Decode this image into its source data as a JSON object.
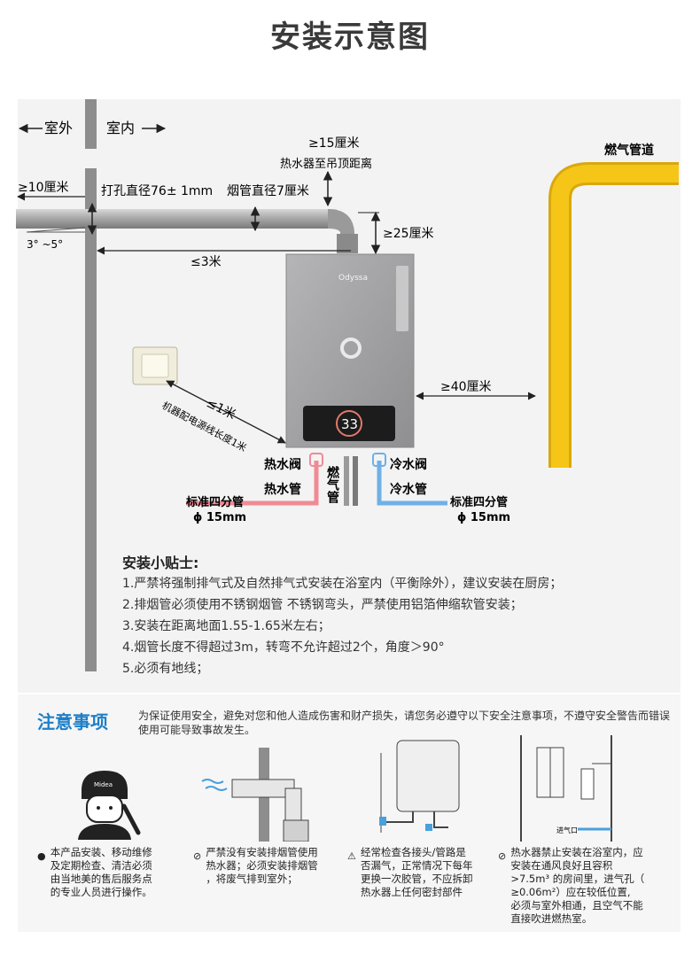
{
  "title": "安装示意图",
  "diagram": {
    "outdoor": "室外",
    "indoor": "室内",
    "ceiling_dist": "≥15厘米",
    "ceiling_desc": "热水器至吊顶距离",
    "wall_extend": "≥10厘米",
    "hole_dia": "打孔直径76± 1mm",
    "flue_dia": "烟管直径7厘米",
    "gas_pipe_label": "燃气管道",
    "slope": "3°  ~5°",
    "elbow_gap": "≥25厘米",
    "flue_len": "≤3米",
    "brand": "Odyssa",
    "display_value": "33",
    "side_gap": "≥40厘米",
    "cable_len": "≤1米",
    "cable_desc": "机器配电源线长度1米",
    "hot_valve": "热水阀",
    "hot_pipe": "热水管",
    "gas_text": "燃气管",
    "cold_valve": "冷水阀",
    "cold_pipe": "冷水管",
    "std_left": "标准四分管",
    "std_left_size": "ϕ 15mm",
    "std_right": "标准四分管",
    "std_right_size": "ϕ 15mm",
    "colors": {
      "hot": "#f08a94",
      "cold": "#6fb0e6",
      "gas": "#f5c518",
      "heater": "#a9a9ab"
    }
  },
  "tips": {
    "title": "安装小贴士:",
    "items": [
      "1.严禁将强制排气式及自然排气式安装在浴室内（平衡除外），建议安装在厨房；",
      "2.排烟管必须使用不锈钢烟管 不锈钢弯头，严禁使用铝箔伸缩软管安装；",
      "3.安装在距离地面1.55-1.65米左右；",
      "4.烟管长度不得超过3m，转弯不允许超过2个，角度＞90°",
      "5.必须有地线；"
    ]
  },
  "notice": {
    "title": "注意事项",
    "intro": "为保证使用安全，避免对您和他人造成伤害和财产损失，请您务必遵守以下安全注意事项，不遵守安全警告而错误使用可能导致事故发生。",
    "logo_text": "Midea",
    "inlet_label": "进气口",
    "items": [
      {
        "icon": "warning-dot",
        "text": "本产品安装、移动维修\n及定期检查、清洁必须\n由当地美的售后服务点\n的专业人员进行操作。"
      },
      {
        "icon": "prohibit",
        "text": "严禁没有安装排烟管使用\n热水器；必须安装排烟管\n，将废气排到室外；"
      },
      {
        "icon": "caution-triangle",
        "text": "经常检查各接头/管路是\n否漏气，正常情况下每年\n更换一次胶管，不应拆卸\n热水器上任何密封部件"
      },
      {
        "icon": "prohibit",
        "text": "热水器禁止安装在浴室内，应\n安装在通风良好且容积\n>7.5m³ 的房间里，进气孔（\n≥0.06m²）应在较低位置,\n必须与室外相通，且空气不能\n直接吹进燃热室。"
      }
    ]
  }
}
